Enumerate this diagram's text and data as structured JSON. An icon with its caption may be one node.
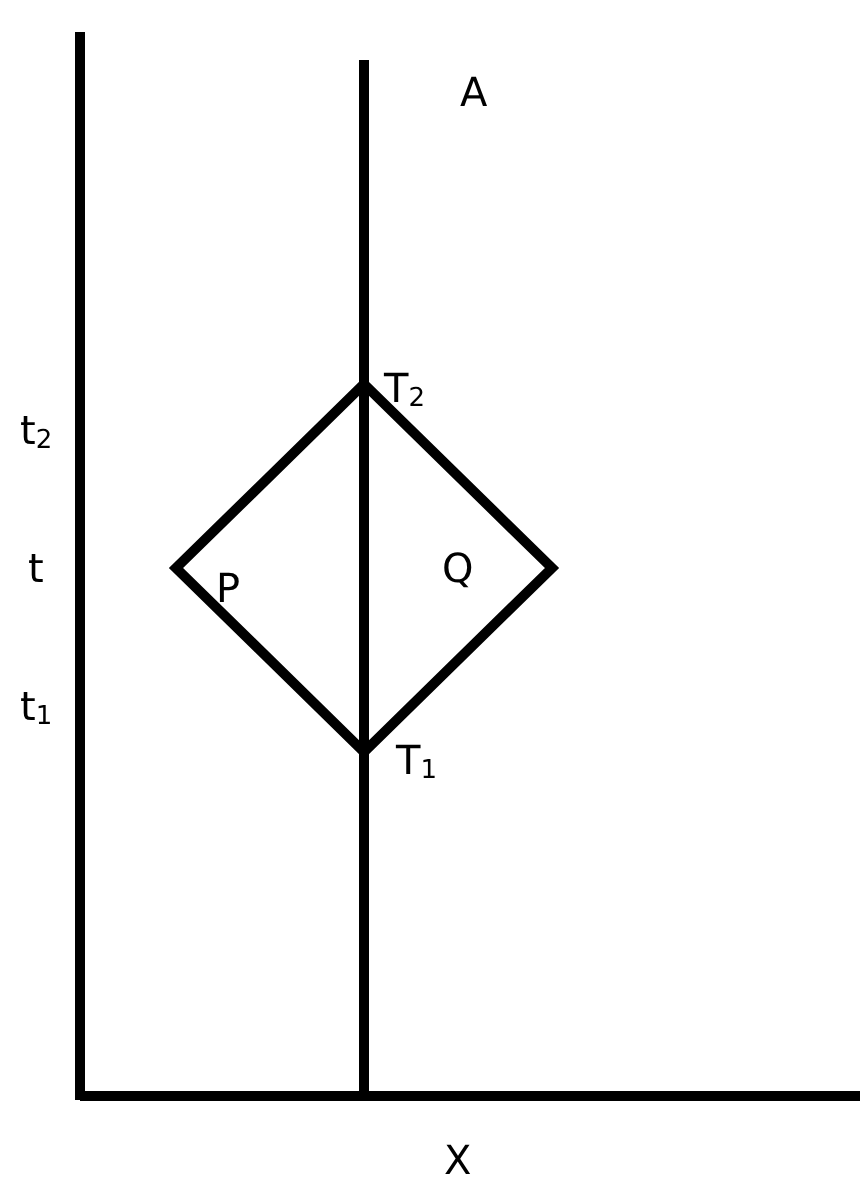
{
  "diagram": {
    "labels": [
      "A",
      "T$_{2}$",
      "t$_{2}$",
      "t",
      "P",
      "Q",
      "t$_{1}$",
      "T$_{1}$",
      "X"
    ]
  }
}
